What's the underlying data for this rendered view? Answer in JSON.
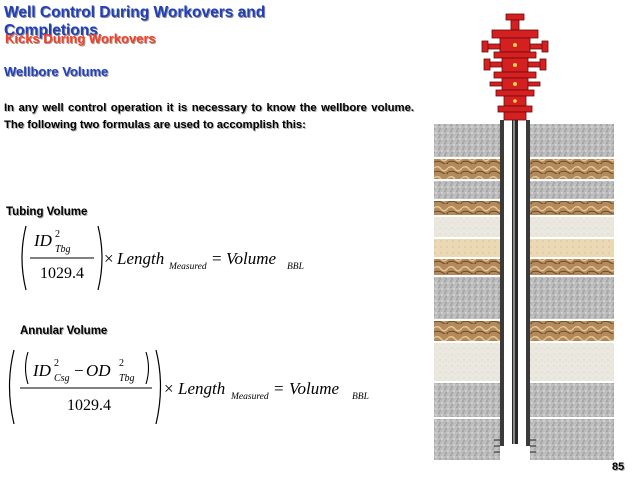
{
  "slide": {
    "title": "Well Control During Workovers and Completions",
    "subtitle": "Kicks During Workovers",
    "heading": "Wellbore Volume",
    "intro": "In any well control operation it is necessary to know the wellbore volume. The following two formulas are used to accomplish this:",
    "page_number": "85"
  },
  "tubing": {
    "label": "Tubing Volume",
    "numerator_base": "ID",
    "numerator_exp": "2",
    "numerator_sub": "Tbg",
    "denominator": "1029.4",
    "times": "×",
    "length": "Length",
    "length_sub": "Measured",
    "equals": "=",
    "volume": "Volume",
    "volume_sub": "BBL"
  },
  "annular": {
    "label": "Annular Volume",
    "id_base": "ID",
    "id_exp": "2",
    "id_sub": "Csg",
    "minus": "−",
    "od_base": "OD",
    "od_exp": "2",
    "od_sub": "Tbg",
    "denominator": "1029.4",
    "times": "×",
    "length": "Length",
    "length_sub": "Measured",
    "equals": "=",
    "volume": "Volume",
    "volume_sub": "BBL"
  },
  "illustration": {
    "wellhead_color": "#d42020",
    "formation_colors": {
      "gray": "#b9b9b9",
      "tan": "#b58a5a",
      "light": "#ebe8e0",
      "sand": "#ead9b4"
    },
    "pipe_color": "#3a3a3a"
  }
}
